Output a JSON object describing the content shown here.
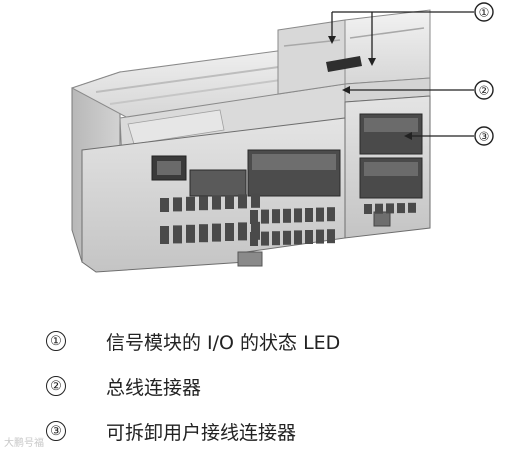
{
  "callouts": [
    {
      "number": "①"
    },
    {
      "number": "②"
    },
    {
      "number": "③"
    }
  ],
  "legend": [
    {
      "number": "①",
      "text": "信号模块的 I/O 的状态 LED"
    },
    {
      "number": "②",
      "text": "总线连接器"
    },
    {
      "number": "③",
      "text": "可拆卸用户接线连接器"
    }
  ],
  "watermark": "大鹏号福",
  "colors": {
    "body_light": "#e9e9e9",
    "body_mid": "#cfcfcf",
    "body_dark": "#9a9a9a",
    "slot": "#4a4a4a",
    "outline": "#6e6e6e"
  }
}
